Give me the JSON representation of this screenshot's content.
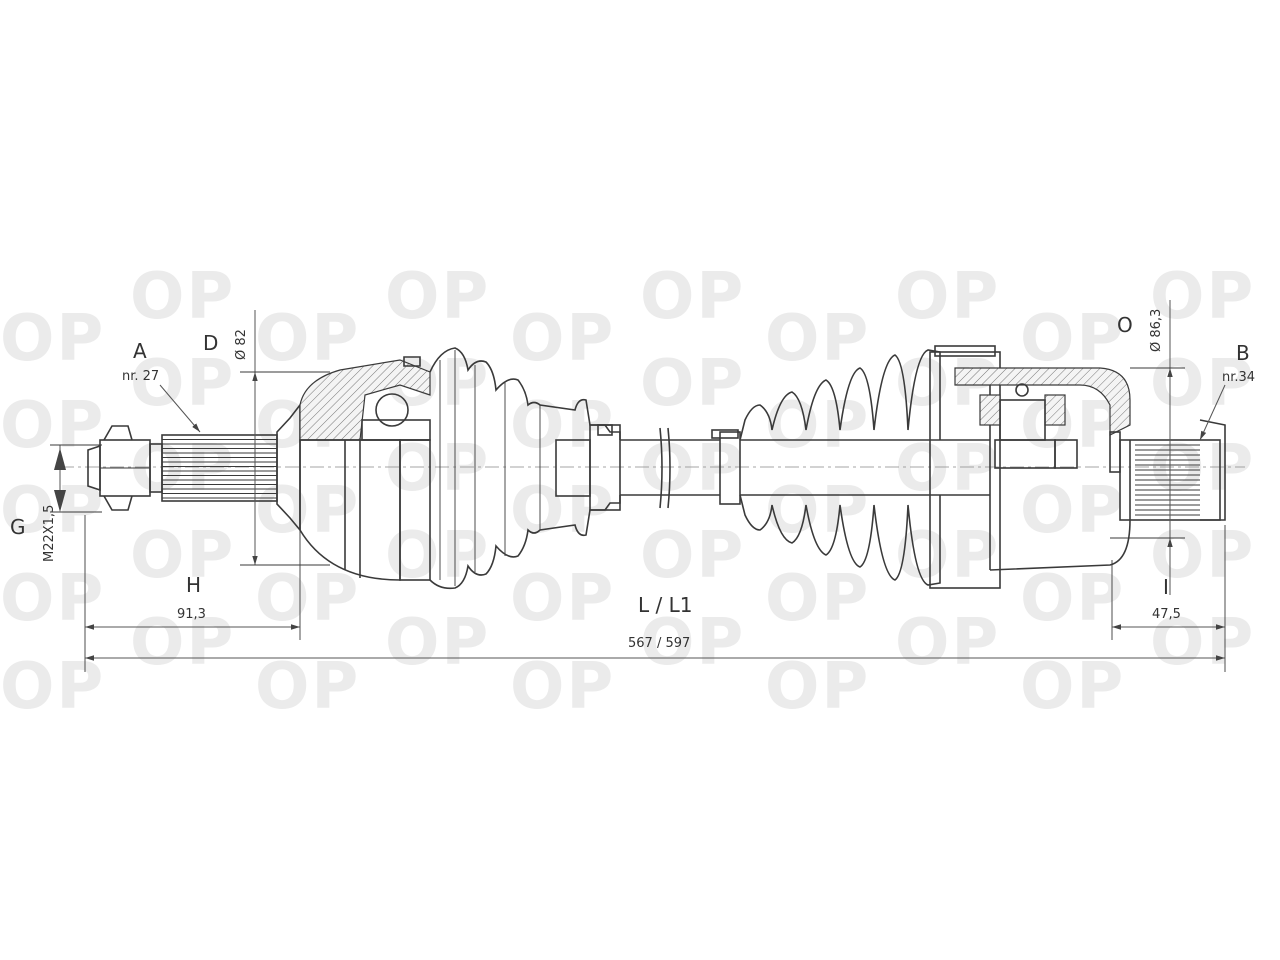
{
  "watermark": {
    "text": "OP"
  },
  "labels": {
    "A": "A",
    "A_nr": "nr. 27",
    "D": "D",
    "D_val": "Ø 82",
    "G": "G",
    "G_val": "M22X1,5",
    "H": "H",
    "H_val": "91,3",
    "L": "L / L1",
    "L_val": "567 / 597",
    "O": "O",
    "O_val": "Ø 86,3",
    "B": "B",
    "B_nr": "nr.34",
    "I": "I",
    "I_val": "47,5"
  }
}
